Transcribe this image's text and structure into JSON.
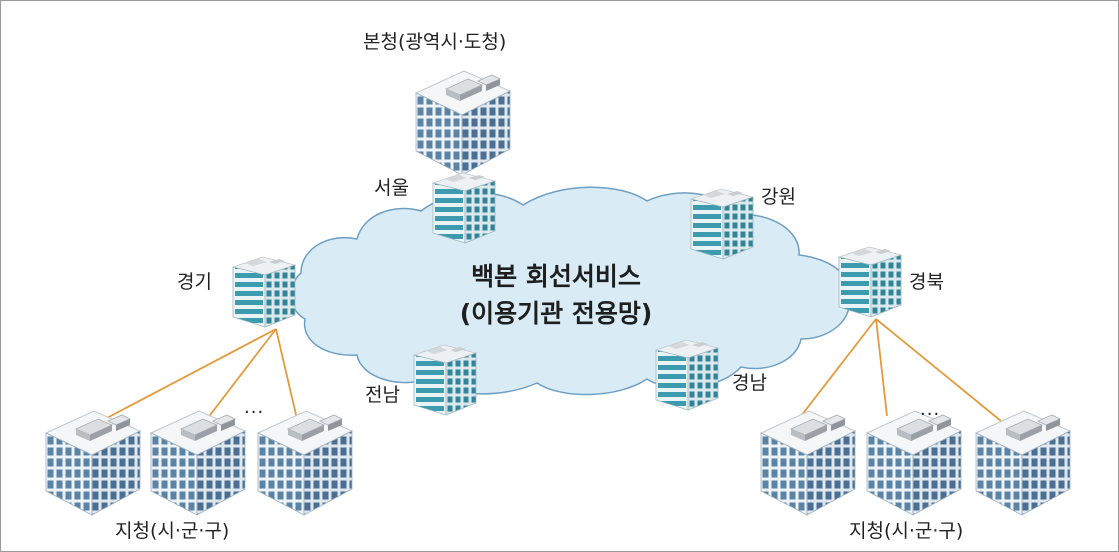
{
  "diagram": {
    "top_label": "본청(광역시·도청)",
    "center_title_line1": "백본 회선서비스",
    "center_title_line2": "(이용기관 전용망)",
    "nodes": {
      "seoul": "서울",
      "gangwon": "강원",
      "gyeonggi": "경기",
      "gyeongbuk": "경북",
      "jeonnam": "전남",
      "gyeongnam": "경남"
    },
    "branch_label_left": "지청(시·군·구)",
    "branch_label_right": "지청(시·군·구)",
    "ellipsis": "..."
  },
  "colors": {
    "cloud_fill": "#d9ecf6",
    "cloud_stroke": "#6e9fc3",
    "link_line": "#e39a3c",
    "office_window": "#5b83a6",
    "node_building": "#3d9bb0"
  }
}
